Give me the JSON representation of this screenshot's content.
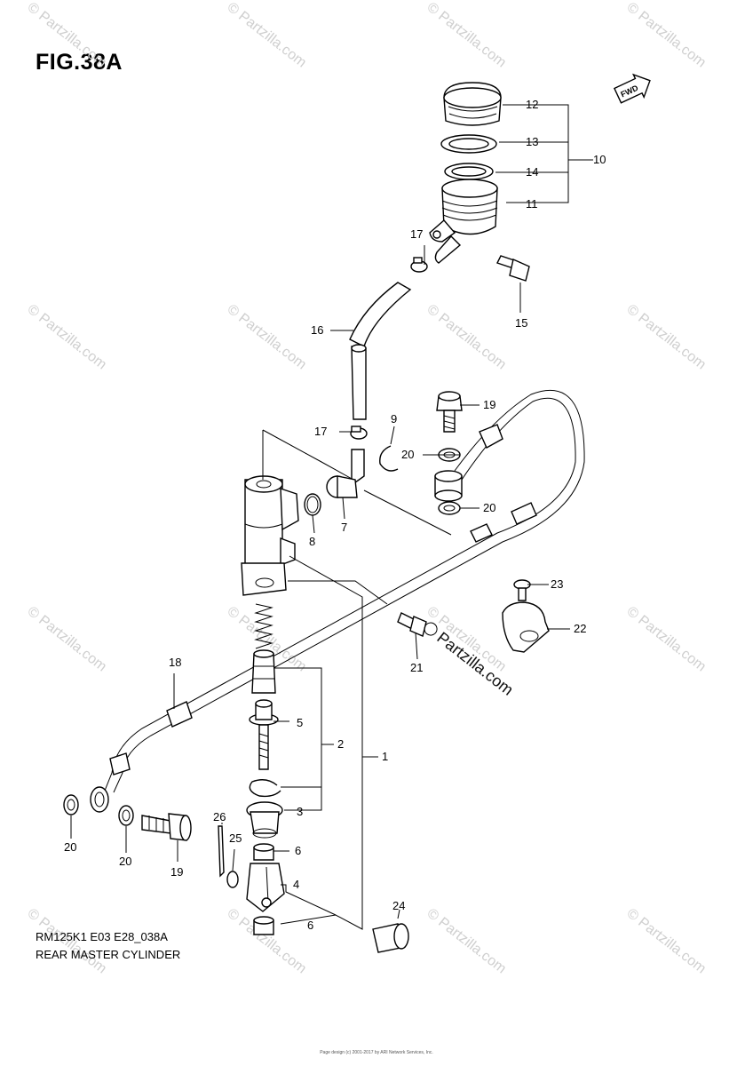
{
  "figure": {
    "title": "FIG.38A"
  },
  "fwd_label": "FWD",
  "watermark": {
    "text": "© Partzilla.com",
    "brand": "Partzilla.com"
  },
  "callouts": [
    {
      "id": "c1",
      "label": "1"
    },
    {
      "id": "c2",
      "label": "2"
    },
    {
      "id": "c3",
      "label": "3"
    },
    {
      "id": "c4",
      "label": "4"
    },
    {
      "id": "c5",
      "label": "5"
    },
    {
      "id": "c6a",
      "label": "6"
    },
    {
      "id": "c6b",
      "label": "6"
    },
    {
      "id": "c7",
      "label": "7"
    },
    {
      "id": "c8",
      "label": "8"
    },
    {
      "id": "c9",
      "label": "9"
    },
    {
      "id": "c10",
      "label": "10"
    },
    {
      "id": "c11",
      "label": "11"
    },
    {
      "id": "c12",
      "label": "12"
    },
    {
      "id": "c13",
      "label": "13"
    },
    {
      "id": "c14",
      "label": "14"
    },
    {
      "id": "c15",
      "label": "15"
    },
    {
      "id": "c16",
      "label": "16"
    },
    {
      "id": "c17a",
      "label": "17"
    },
    {
      "id": "c17b",
      "label": "17"
    },
    {
      "id": "c18",
      "label": "18"
    },
    {
      "id": "c19a",
      "label": "19"
    },
    {
      "id": "c19b",
      "label": "19"
    },
    {
      "id": "c20a",
      "label": "20"
    },
    {
      "id": "c20b",
      "label": "20"
    },
    {
      "id": "c20c",
      "label": "20"
    },
    {
      "id": "c20d",
      "label": "20"
    },
    {
      "id": "c21",
      "label": "21"
    },
    {
      "id": "c22",
      "label": "22"
    },
    {
      "id": "c23",
      "label": "23"
    },
    {
      "id": "c24",
      "label": "24"
    },
    {
      "id": "c25",
      "label": "25"
    },
    {
      "id": "c26",
      "label": "26"
    }
  ],
  "caption": {
    "code": "RM125K1 E03 E28_038A",
    "name": "REAR MASTER CYLINDER"
  },
  "footer": "Page design (c) 2001-2017 by ARI Network Services, Inc."
}
